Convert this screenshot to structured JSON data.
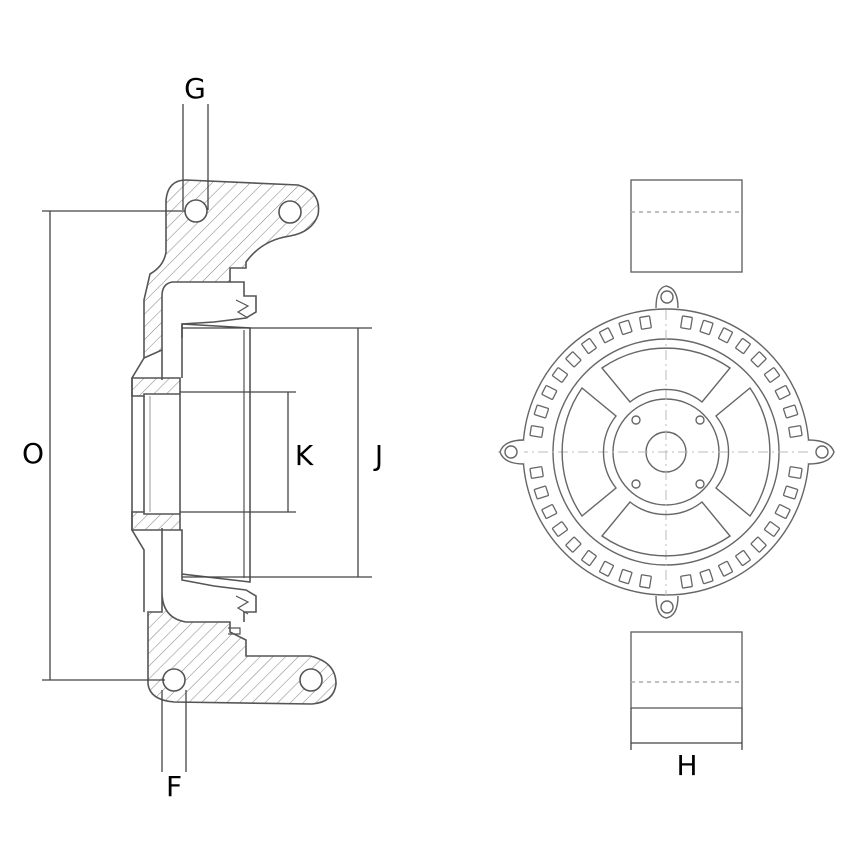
{
  "labels": {
    "G": "G",
    "O": "O",
    "K": "K",
    "J": "J",
    "F": "F",
    "H": "H"
  },
  "colors": {
    "line": "#555555",
    "hatch": "#9a9a9a",
    "dim": "#444444",
    "text": "#000000"
  }
}
